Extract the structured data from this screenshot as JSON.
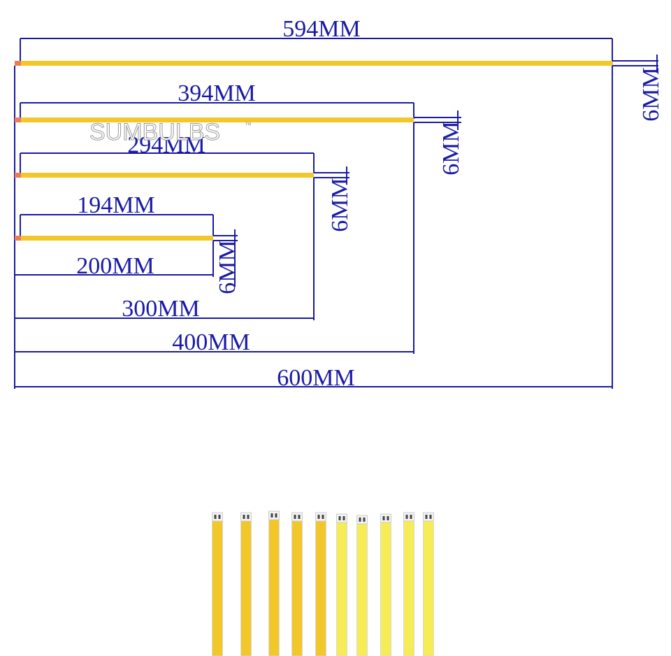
{
  "diagram": {
    "top_widths": [
      "594MM",
      "394MM",
      "294MM",
      "194MM"
    ],
    "total_lengths": [
      "200MM",
      "300MM",
      "400MM",
      "600MM"
    ],
    "height_label": "6MM",
    "watermark": "SUMBULBS",
    "watermark_mark": "™",
    "colors": {
      "dimension": "#1a1aa6",
      "strip_warm": "#f2c72a",
      "strip_cool": "#f6ec55",
      "end_pad": "#f07a55"
    }
  },
  "photo": {
    "strips": [
      {
        "color": "warm"
      },
      {
        "color": "warm"
      },
      {
        "color": "warm"
      },
      {
        "color": "warm"
      },
      {
        "color": "warm"
      },
      {
        "color": "cool"
      },
      {
        "color": "cool"
      },
      {
        "color": "cool"
      },
      {
        "color": "cool"
      },
      {
        "color": "cool"
      }
    ]
  }
}
